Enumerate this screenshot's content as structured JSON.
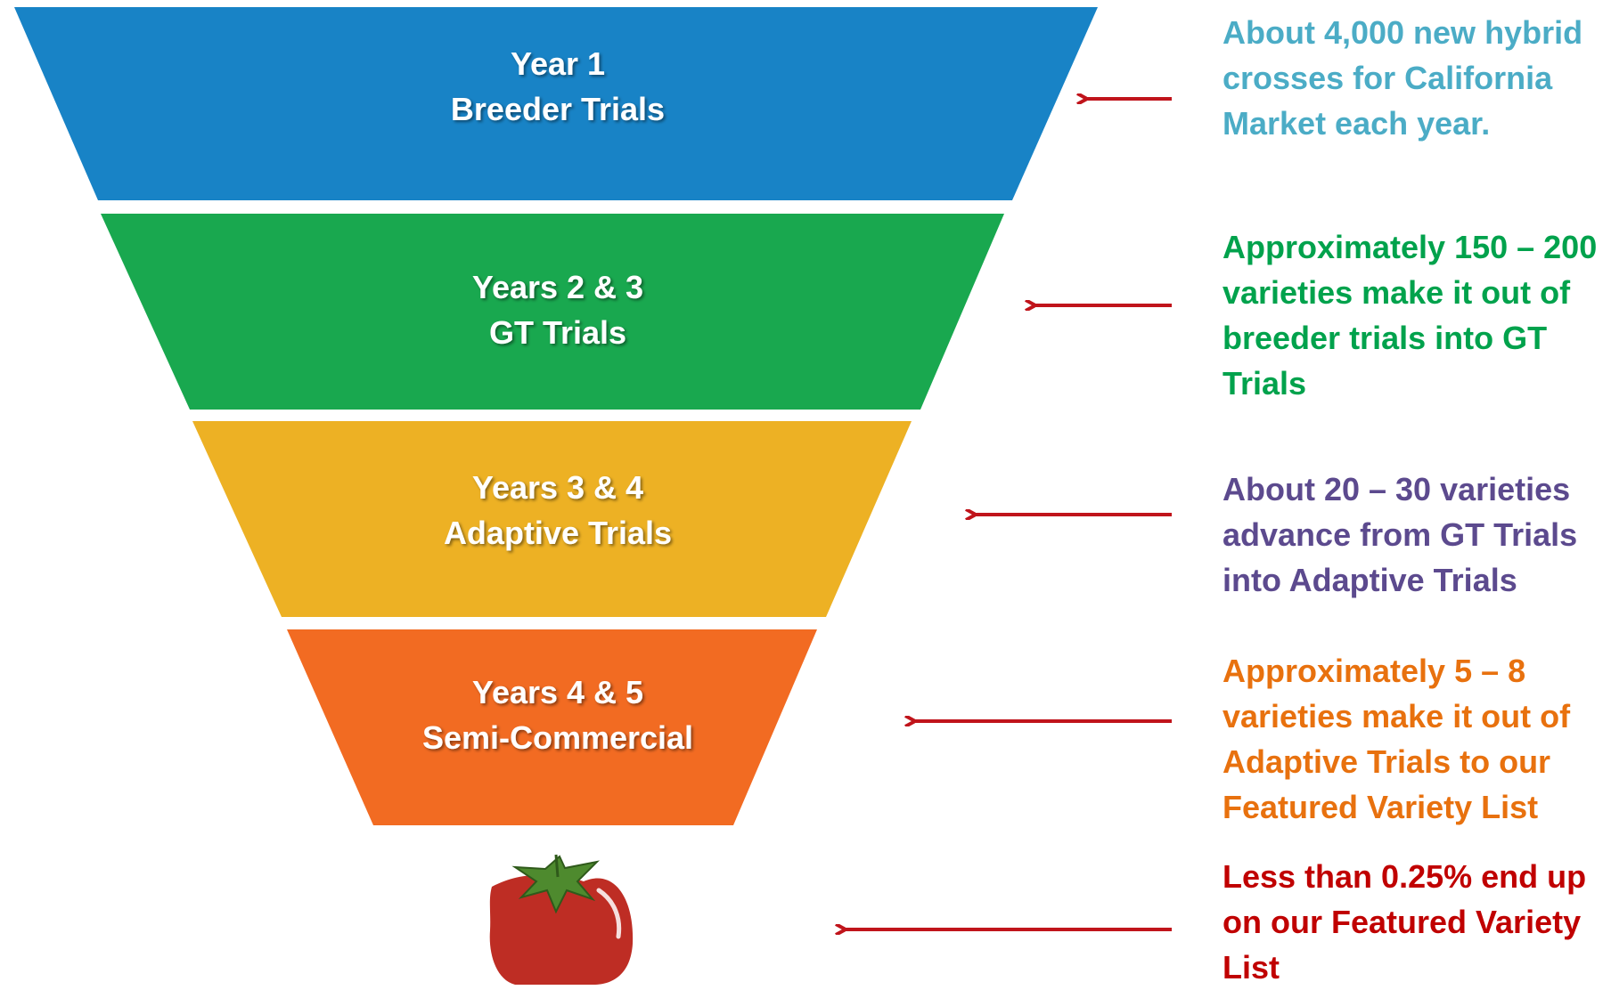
{
  "colors": {
    "stage1": "#1883C6",
    "stage2": "#19A84F",
    "stage3": "#EDB124",
    "stage4": "#F26B22",
    "arrow": "#C0141B",
    "tomato": "#BE2D24",
    "tomato_leaf": "#4E8A2E"
  },
  "stages": [
    {
      "line1": "Year 1",
      "line2": "Breeder Trials"
    },
    {
      "line1": "Years 2 & 3",
      "line2": "GT Trials"
    },
    {
      "line1": "Years 3 & 4",
      "line2": "Adaptive Trials"
    },
    {
      "line1": "Years 4 & 5",
      "line2": "Semi-Commercial"
    }
  ],
  "notes": [
    {
      "text": "About 4,000 new hybrid crosses for California Market each year.",
      "color": "#4BACC6"
    },
    {
      "text": "Approximately 150 – 200 varieties make it out of breeder trials into GT Trials",
      "color": "#00A24C"
    },
    {
      "text": "About 20 – 30 varieties advance from GT Trials into Adaptive Trials",
      "color": "#5C4A8E"
    },
    {
      "text": "Approximately 5 – 8 varieties make it out of Adaptive Trials to our Featured Variety List",
      "color": "#E8710E"
    },
    {
      "text": "Less than 0.25% end up on our Featured Variety List",
      "color": "#C00000"
    }
  ],
  "icons": {
    "result": "tomato-icon",
    "pointer": "arrow-left-icon"
  }
}
